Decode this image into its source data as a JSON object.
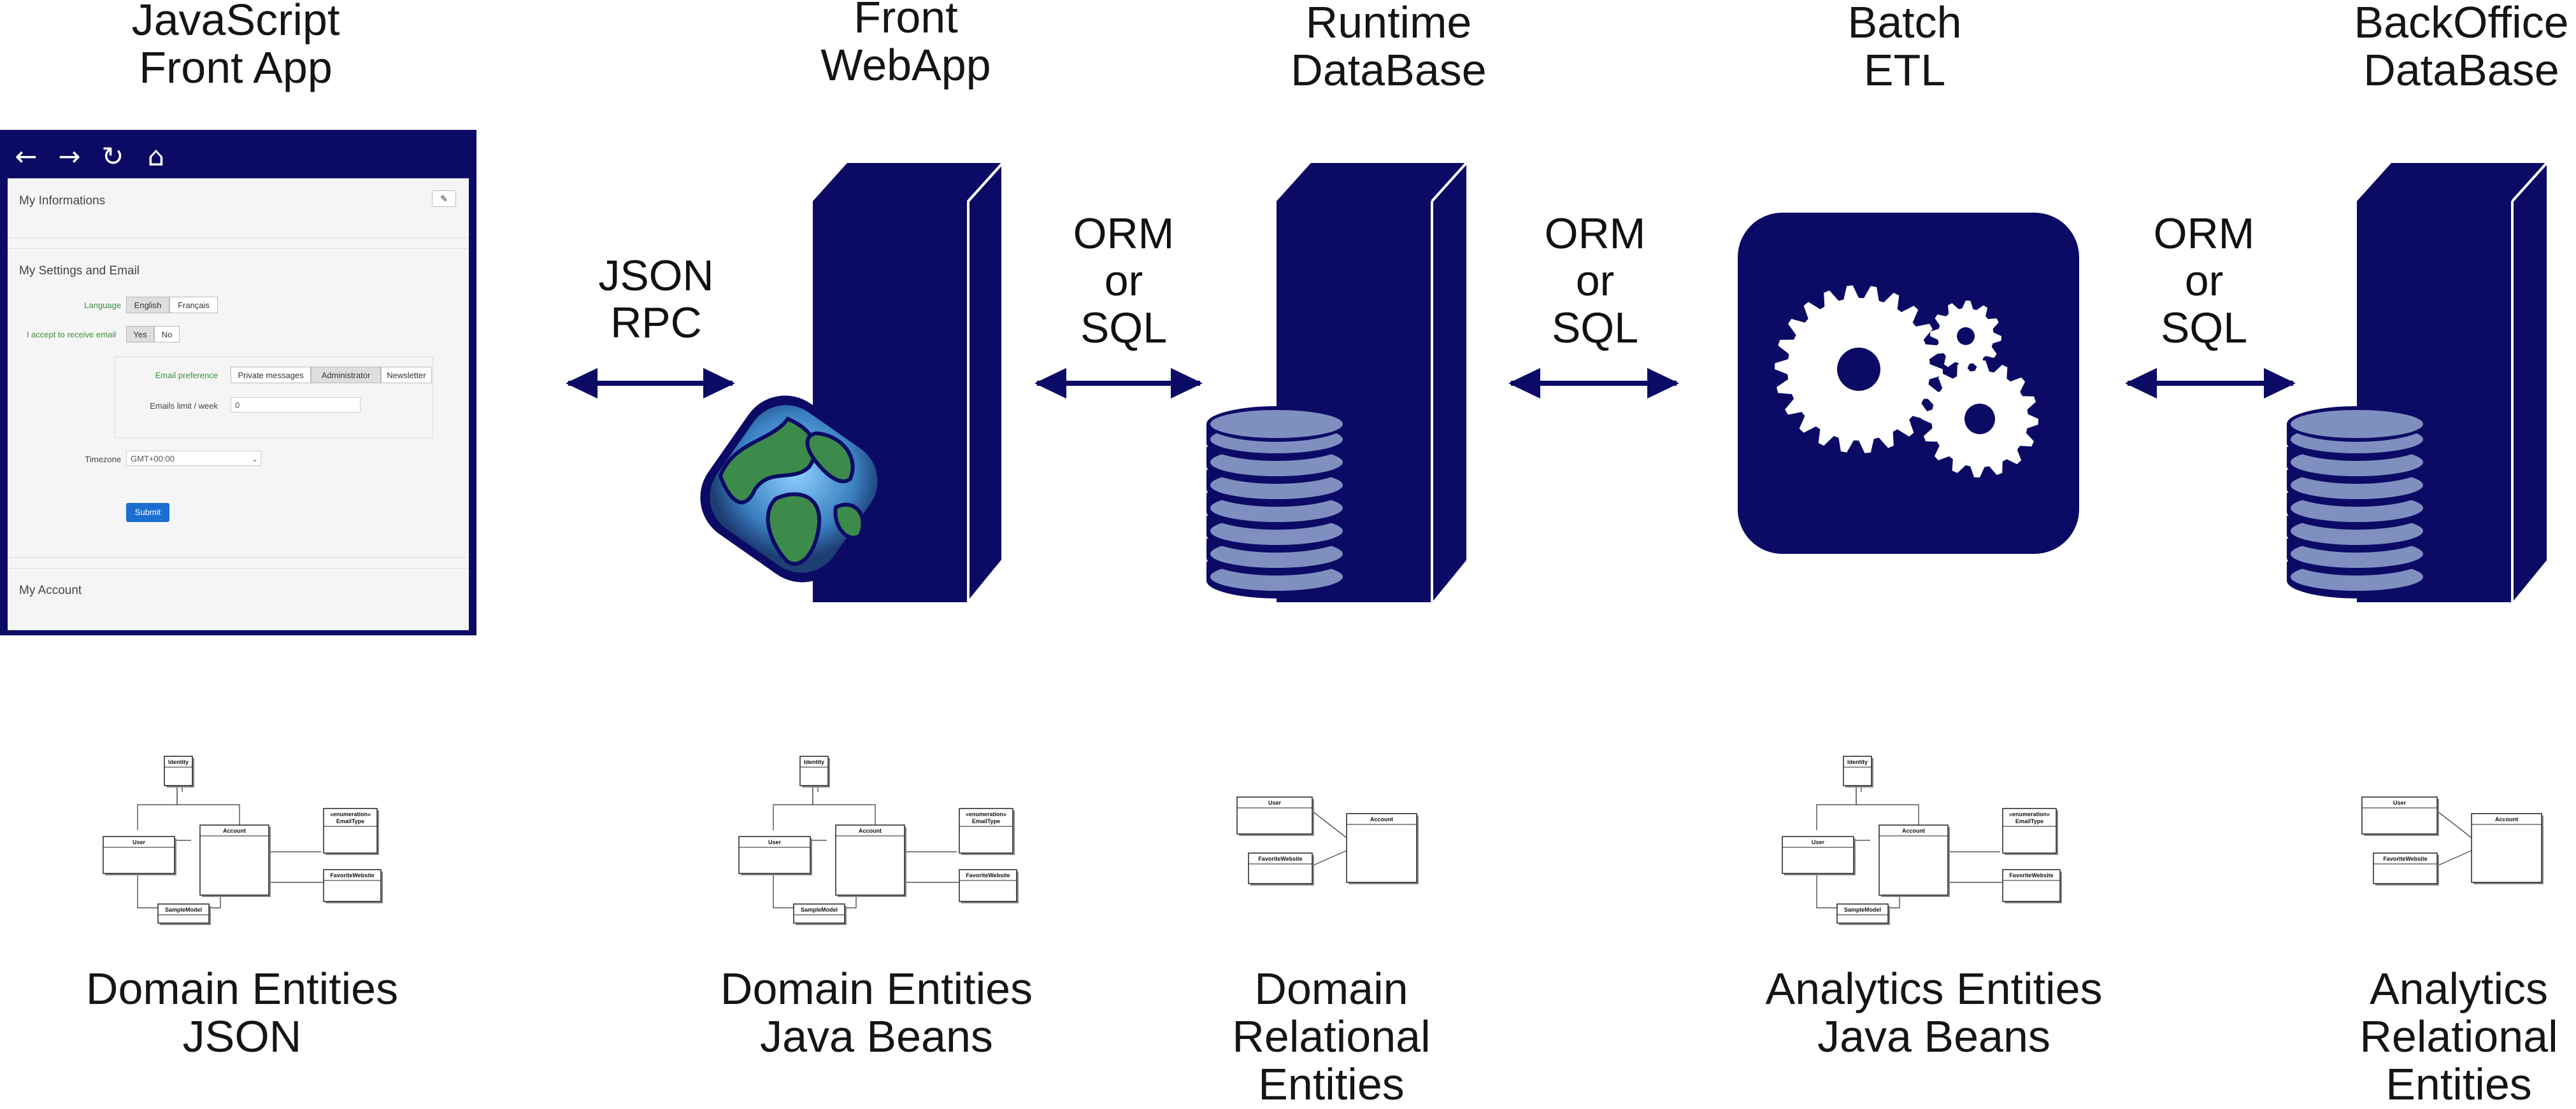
{
  "columns": [
    {
      "title_lines": [
        "JavaScript",
        "Front App"
      ],
      "caption_lines": [
        "Domain Entities",
        "JSON"
      ]
    },
    {
      "title_lines": [
        "Front",
        "WebApp"
      ],
      "caption_lines": [
        "Domain Entities",
        "Java Beans"
      ]
    },
    {
      "title_lines": [
        "Runtime",
        "DataBase"
      ],
      "caption_lines": [
        "Domain",
        "Relational",
        "Entities"
      ]
    },
    {
      "title_lines": [
        "Batch",
        "ETL"
      ],
      "caption_lines": [
        "Analytics Entities",
        "Java Beans"
      ]
    },
    {
      "title_lines": [
        "BackOffice",
        "DataBase"
      ],
      "caption_lines": [
        "Analytics",
        "Relational",
        "Entities"
      ]
    }
  ],
  "connectors": [
    {
      "lines": [
        "JSON",
        "RPC"
      ]
    },
    {
      "lines": [
        "ORM",
        "or",
        "SQL"
      ]
    },
    {
      "lines": [
        "ORM",
        "or",
        "SQL"
      ]
    },
    {
      "lines": [
        "ORM",
        "or",
        "SQL"
      ]
    }
  ],
  "app": {
    "nav_icons": [
      "back-icon",
      "forward-icon",
      "reload-icon",
      "home-icon"
    ],
    "section_informations": "My Informations",
    "section_settings": "My Settings and Email",
    "language_label": "Language",
    "language_options": [
      "English",
      "Français"
    ],
    "accept_email_label": "I accept to receive email",
    "yes_no": [
      "Yes",
      "No"
    ],
    "email_pref_label": "Email preference",
    "email_pref_options": [
      "Private messages",
      "Administrator",
      "Newsletter"
    ],
    "emails_limit_label": "Emails limit / week",
    "emails_limit_value": "0",
    "timezone_label": "Timezone",
    "timezone_value": "GMT+00:00",
    "submit_label": "Submit",
    "section_account": "My Account"
  },
  "uml": {
    "identity": "Identity",
    "user": "User",
    "account": "Account",
    "enum_stereotype": "«enumeration»",
    "email_type": "EmailType",
    "favorite_website": "FavoriteWebsite",
    "sample_model": "SampleModel"
  },
  "colors": {
    "navy": "#0b0b66",
    "dark_text": "#151515"
  }
}
